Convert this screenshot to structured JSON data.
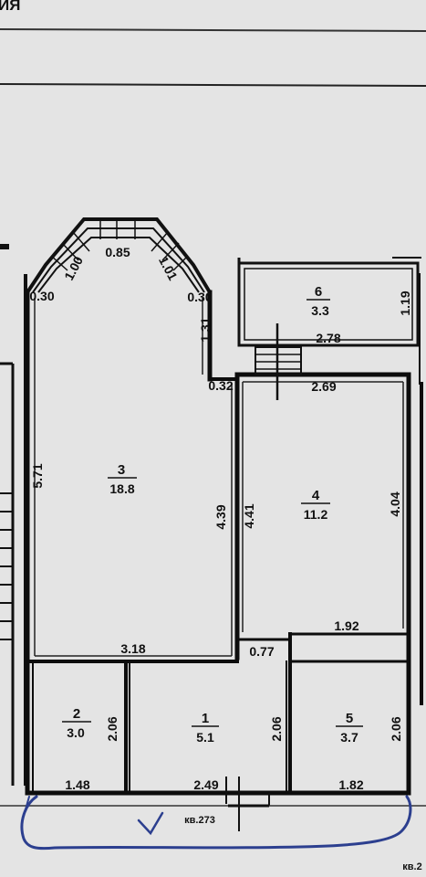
{
  "header": {
    "title_fragment": "ИЯ"
  },
  "rooms": [
    {
      "number": "1",
      "area": "5.1"
    },
    {
      "number": "2",
      "area": "3.0"
    },
    {
      "number": "3",
      "area": "18.8"
    },
    {
      "number": "4",
      "area": "11.2"
    },
    {
      "number": "5",
      "area": "3.7"
    },
    {
      "number": "6",
      "area": "3.3"
    }
  ],
  "dimensions": {
    "bay_top": "0.85",
    "bay_left_diag": "1.00",
    "bay_right_diag": "1.01",
    "bay_left_return": "0.30",
    "bay_right_return": "0.30",
    "bay_right_side": "1.31",
    "room3_left_side": "5.71",
    "room3_right_side": "4.39",
    "room3_bottom": "3.18",
    "room3_corner": "0.32",
    "room4_top": "2.69",
    "room4_left_side": "4.41",
    "room4_right_side": "4.04",
    "room4_notch": "1.92",
    "room4_step": "0.77",
    "balcony_side": "1.19",
    "balcony_bottom": "2.78",
    "room2_height": "2.06",
    "room1_height": "2.06",
    "room5_height": "2.06",
    "room2_width": "1.48",
    "room1_width": "2.49",
    "room5_width": "1.82"
  },
  "annotations": {
    "apartment_label": "кв.273",
    "corner_fragment": "кв.2"
  },
  "colors": {
    "background": "#e4e4e4",
    "wall": "#0d0d0d",
    "pen": "#2c3f8f"
  }
}
